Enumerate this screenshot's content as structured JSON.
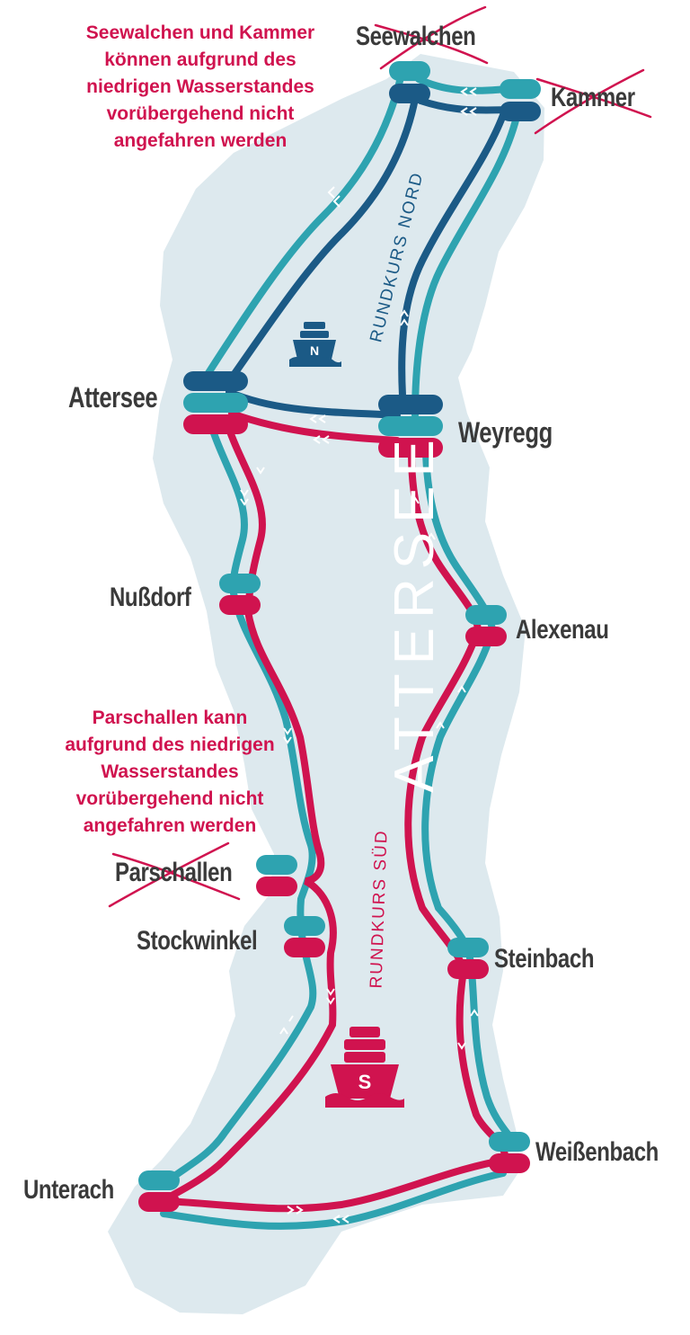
{
  "lake_name": "ATTERSEE",
  "routes": {
    "north": {
      "label": "RUNDKURS NORD",
      "badge": "N"
    },
    "south": {
      "label": "RUNDKURS SÜD",
      "badge": "S"
    }
  },
  "stops": {
    "seewalchen": "Seewalchen",
    "kammer": "Kammer",
    "attersee": "Attersee",
    "weyregg": "Weyregg",
    "nussdorf": "Nußdorf",
    "alexenau": "Alexenau",
    "parschallen": "Parschallen",
    "stockwinkel": "Stockwinkel",
    "steinbach": "Steinbach",
    "unterach": "Unterach",
    "weissenbach": "Weißenbach"
  },
  "notices": {
    "north": [
      "Seewalchen und Kammer",
      "können aufgrund des",
      "niedrigen Wasserstandes",
      "vorübergehend nicht",
      "angefahren werden"
    ],
    "south": [
      "Parschallen kann",
      "aufgrund des niedrigen",
      "Wasserstandes",
      "vorübergehend nicht",
      "angefahren werden"
    ]
  },
  "colors": {
    "lake": "#dde9ee",
    "north_route": "#1b5a86",
    "teal_route": "#2ea3b0",
    "south_route": "#d0134f",
    "notice_text": "#d0134f",
    "cross": "#d0134f",
    "stop_text": "#3a3a3a"
  }
}
